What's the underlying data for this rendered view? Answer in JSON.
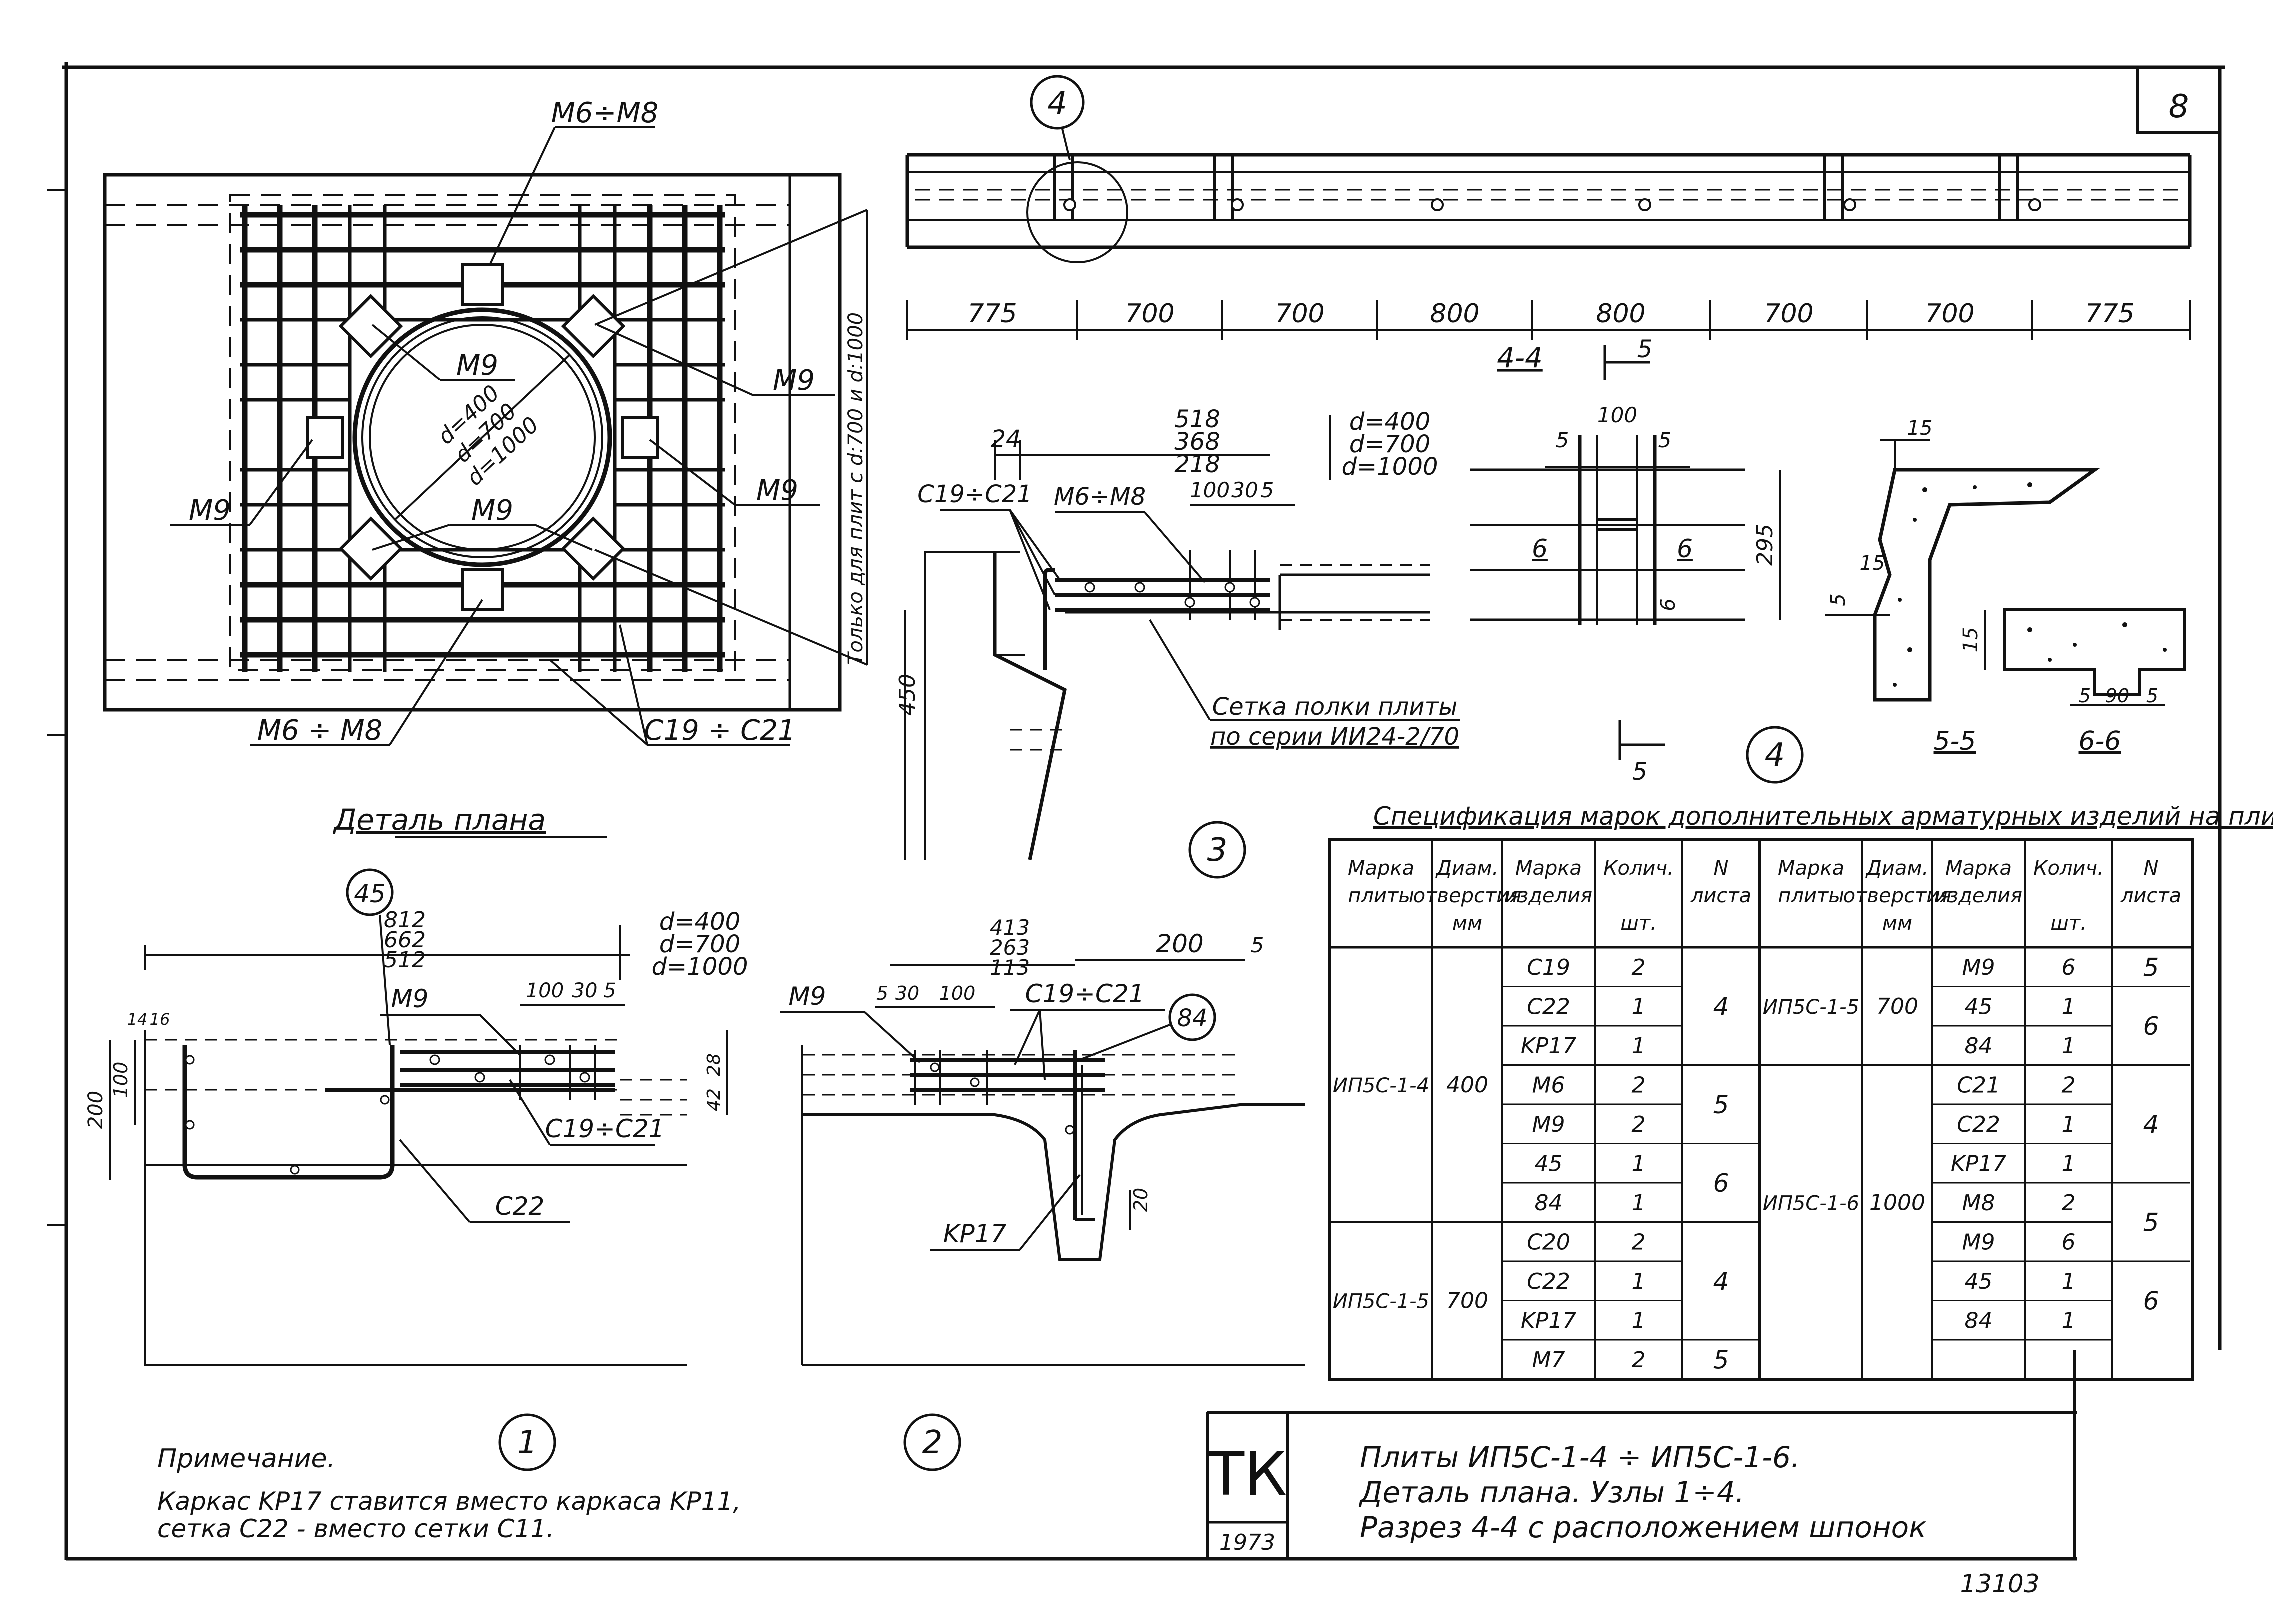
{
  "sheet": {
    "number": "8",
    "archive_number": "13103"
  },
  "plan_detail": {
    "caption": "Деталь плана",
    "labels": {
      "m6_m8_top": "M6÷M8",
      "m9_circle": "M9",
      "m9_right_top": "M9",
      "m9_right": "M9",
      "m9_left": "M9",
      "m9_center": "M9",
      "m6_m8_bottom": "M6 ÷ M8",
      "c19_c21": "C19 ÷ C21",
      "d400": "d=400",
      "d700": "d=700",
      "d1000": "d=1000",
      "only_note": "Только для плит с d:700 и d:1000"
    }
  },
  "section_44": {
    "marker": "4",
    "label": "4-4",
    "cut_label": "5",
    "dims": [
      "775",
      "700",
      "700",
      "800",
      "800",
      "700",
      "700",
      "775"
    ]
  },
  "node3": {
    "number": "3",
    "dim_24": "24",
    "dims_stack": [
      "518",
      "368",
      "218"
    ],
    "d_values": [
      "d=400",
      "d=700",
      "d=1000"
    ],
    "c19_c21": "C19÷C21",
    "m6_m8": "M6÷M8",
    "d100": "100",
    "d30": "30",
    "d5": "5",
    "d450": "450",
    "mesh_note_1": "Сетка полки плиты",
    "mesh_note_2": "по серии ИИ24-2/70"
  },
  "node4": {
    "number": "4",
    "d100": "100",
    "d5a": "5",
    "d5b": "5",
    "d295": "295",
    "d6": "6",
    "cut6a": "6",
    "cut6b": "6",
    "cut5": "5"
  },
  "section55": {
    "label": "5-5",
    "d15a": "15",
    "d15b": "15",
    "d5": "5"
  },
  "section66": {
    "label": "6-6",
    "d15": "15",
    "d5a": "5",
    "d90": "90",
    "d5b": "5"
  },
  "node1": {
    "number": "1",
    "marker45": "45",
    "dims_stack": [
      "812",
      "662",
      "512"
    ],
    "d_values": [
      "d=400",
      "d=700",
      "d=1000"
    ],
    "m9": "M9",
    "d100": "100",
    "d30": "30",
    "d5": "5",
    "d200": "200",
    "d100v": "100",
    "d14": "14",
    "d16": "16",
    "d28": "28",
    "d42": "42",
    "c19_c21": "C19÷C21",
    "c22": "C22"
  },
  "node2": {
    "number": "2",
    "dims_stack": [
      "413",
      "263",
      "113"
    ],
    "d200": "200",
    "d5": "5",
    "m9": "M9",
    "d5b": "5",
    "d30": "30",
    "d100": "100",
    "c19_c21": "C19÷C21",
    "marker84": "84",
    "d20": "20",
    "kp17": "KP17"
  },
  "spec": {
    "title": "Спецификация марок дополнительных арматурных изделий на плиту",
    "headers": [
      [
        "Марка",
        "плиты"
      ],
      [
        "Диам.",
        "отверстия",
        "мм"
      ],
      [
        "Марка",
        "изделия"
      ],
      [
        "Колич.",
        "шт."
      ],
      [
        "N",
        "листа"
      ]
    ],
    "left": {
      "groups": [
        {
          "plate": "ИП5С-1-4",
          "diam": "400",
          "start": 0,
          "span": 7
        },
        {
          "plate": "ИП5С-1-5",
          "diam": "700",
          "start": 7,
          "span": 4
        }
      ],
      "rows": [
        {
          "item": "C19",
          "qty": "2"
        },
        {
          "item": "C22",
          "qty": "1"
        },
        {
          "item": "KP17",
          "qty": "1"
        },
        {
          "item": "M6",
          "qty": "2"
        },
        {
          "item": "M9",
          "qty": "2"
        },
        {
          "item": "45",
          "qty": "1"
        },
        {
          "item": "84",
          "qty": "1"
        },
        {
          "item": "C20",
          "qty": "2"
        },
        {
          "item": "C22",
          "qty": "1"
        },
        {
          "item": "KP17",
          "qty": "1"
        },
        {
          "item": "M7",
          "qty": "2"
        }
      ],
      "sheets": [
        {
          "value": "4",
          "start": 0,
          "span": 3
        },
        {
          "value": "5",
          "start": 3,
          "span": 2
        },
        {
          "value": "6",
          "start": 5,
          "span": 2
        },
        {
          "value": "4",
          "start": 7,
          "span": 3
        },
        {
          "value": "5",
          "start": 10,
          "span": 1
        }
      ]
    },
    "right": {
      "groups": [
        {
          "plate": "ИП5С-1-5",
          "diam": "700",
          "start": 0,
          "span": 3
        },
        {
          "plate": "ИП5С-1-6",
          "diam": "1000",
          "start": 3,
          "span": 7
        }
      ],
      "rows": [
        {
          "item": "M9",
          "qty": "6"
        },
        {
          "item": "45",
          "qty": "1"
        },
        {
          "item": "84",
          "qty": "1"
        },
        {
          "item": "C21",
          "qty": "2"
        },
        {
          "item": "C22",
          "qty": "1"
        },
        {
          "item": "KP17",
          "qty": "1"
        },
        {
          "item": "M8",
          "qty": "2"
        },
        {
          "item": "M9",
          "qty": "6"
        },
        {
          "item": "45",
          "qty": "1"
        },
        {
          "item": "84",
          "qty": "1"
        }
      ],
      "sheets": [
        {
          "value": "5",
          "start": 0,
          "span": 1
        },
        {
          "value": "6",
          "start": 1,
          "span": 2
        },
        {
          "value": "4",
          "start": 3,
          "span": 3
        },
        {
          "value": "5",
          "start": 6,
          "span": 2
        },
        {
          "value": "6",
          "start": 8,
          "span": 2
        }
      ]
    }
  },
  "note": {
    "heading": "Примечание.",
    "line1": "Каркас KP17 ставится вместо каркаса KP11,",
    "line2": "сетка C22 - вместо сетки C11."
  },
  "title_block": {
    "logo": "ТК",
    "year": "1973",
    "line1": "Плиты ИП5С-1-4 ÷ ИП5С-1-6.",
    "line2": "Деталь плана. Узлы 1÷4.",
    "line3": "Разрез 4-4 с расположением шпонок"
  }
}
